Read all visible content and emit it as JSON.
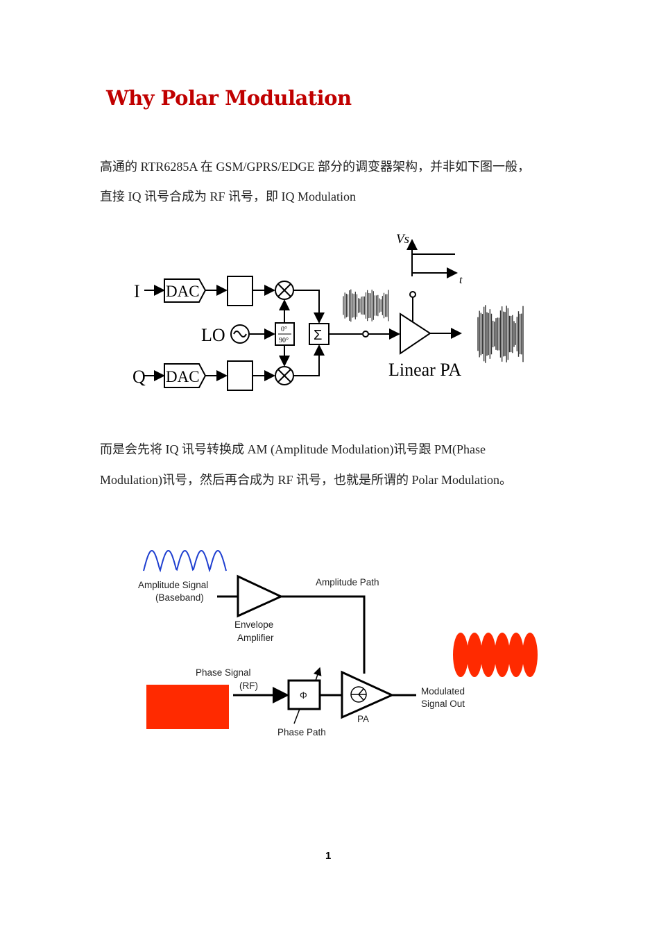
{
  "title": "Why Polar Modulation",
  "paragraph1": {
    "line1": "高通的 RTR6285A 在 GSM/GPRS/EDGE 部分的调变器架构，并非如下图一般，",
    "line2": "直接 IQ 讯号合成为 RF 讯号，即 IQ Modulation"
  },
  "figure1": {
    "labels": {
      "i": "I",
      "q": "Q",
      "dac_i": "DAC",
      "dac_q": "DAC",
      "lo": "LO",
      "phase_top": "0°",
      "phase_bottom": "90°",
      "sum": "Σ",
      "vs": "Vs",
      "t": "t",
      "pa": "Linear PA"
    }
  },
  "paragraph2": {
    "line1": "而是会先将 IQ 讯号转换成 AM (Amplitude Modulation)讯号跟 PM(Phase",
    "line2": "Modulation)讯号，然后再合成为 RF 讯号，也就是所谓的 Polar Modulation。"
  },
  "figure2": {
    "labels": {
      "amplitude_signal": "Amplitude Signal",
      "baseband": "(Baseband)",
      "amplitude_path": "Amplitude Path",
      "envelope": "Envelope",
      "amplifier": "Amplifier",
      "phase_signal": "Phase Signal",
      "rf": "(RF)",
      "phi": "Φ",
      "phase_path": "Phase Path",
      "pa": "PA",
      "modulated": "Modulated",
      "signal_out": "Signal Out"
    },
    "colors": {
      "amplitude_wave": "#1f3fd0",
      "rf_signal": "#ff2a00"
    }
  },
  "page_number": "1"
}
